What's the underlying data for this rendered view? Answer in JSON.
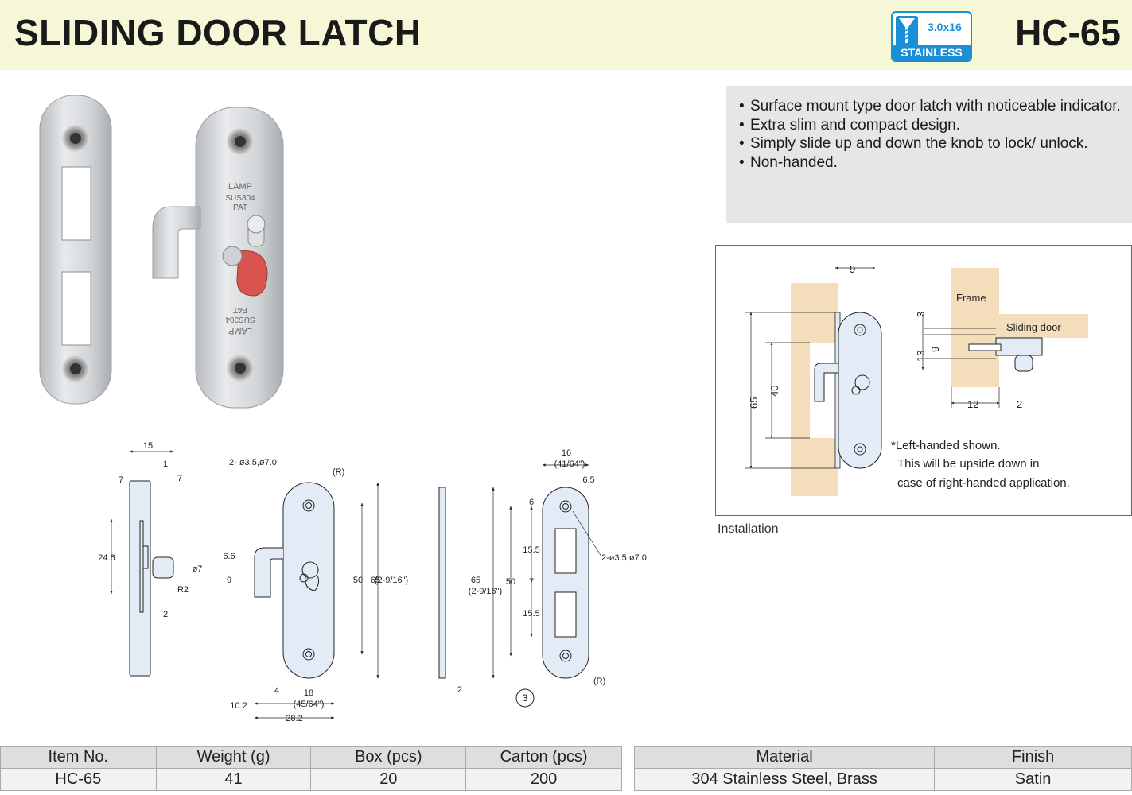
{
  "header": {
    "title": "SLIDING DOOR LATCH",
    "model": "HC-65",
    "badge": {
      "screw_size": "3.0x16",
      "material": "STAINLESS",
      "accent": "#1a8fd6"
    }
  },
  "features": [
    "Surface mount type door latch with noticeable indicator.",
    "Extra slim and compact design.",
    "Simply slide up and down the knob to lock/ unlock.",
    "Non-handed."
  ],
  "photo_marking": {
    "brand": "LAMP",
    "material": "SUS304",
    "patent": "PAT"
  },
  "drawing": {
    "side": {
      "w15": "15",
      "w7a": "7",
      "w1": "1",
      "w7b": "7",
      "h246": "24.6",
      "d7": "ø7",
      "r2": "R2",
      "t2": "2"
    },
    "front": {
      "holes": "2- ø3.5,ø7.0",
      "radius": "(R)",
      "h66": "6.6",
      "h9": "9",
      "h50": "50",
      "h65": "65",
      "h65in": "(2-9/16\")",
      "w4": "4",
      "w18": "18",
      "w18in": "(45/64\")",
      "w102": "10.2",
      "w282": "28.2"
    },
    "strike_side": {
      "t2": "2"
    },
    "strike": {
      "w16": "16",
      "w16in": "(41/64\")",
      "w65": "6.5",
      "h6": "6",
      "h155a": "15.5",
      "h7": "7",
      "h155b": "15.5",
      "h50": "50",
      "h65": "65",
      "h65in": "(2-9/16\")",
      "holes": "2-ø3.5,ø7.0",
      "radius": "(R)",
      "callout": "3"
    }
  },
  "installation": {
    "caption": "Installation",
    "frame_label": "Frame",
    "door_label": "Sliding door",
    "dims": {
      "d9": "9",
      "d65": "65",
      "d40": "40",
      "d3": "3",
      "d13": "13",
      "d9b": "9",
      "d12": "12",
      "d2": "2"
    },
    "note": [
      "*Left-handed shown.",
      "This will be upside down in",
      "case of right-handed application."
    ]
  },
  "spec_table_1": {
    "headers": [
      "Item No.",
      "Weight (g)",
      "Box (pcs)",
      "Carton (pcs)"
    ],
    "row": [
      "HC-65",
      "41",
      "20",
      "200"
    ]
  },
  "spec_table_2": {
    "headers": [
      "Material",
      "Finish"
    ],
    "row": [
      "304 Stainless Steel, Brass",
      "Satin"
    ]
  }
}
